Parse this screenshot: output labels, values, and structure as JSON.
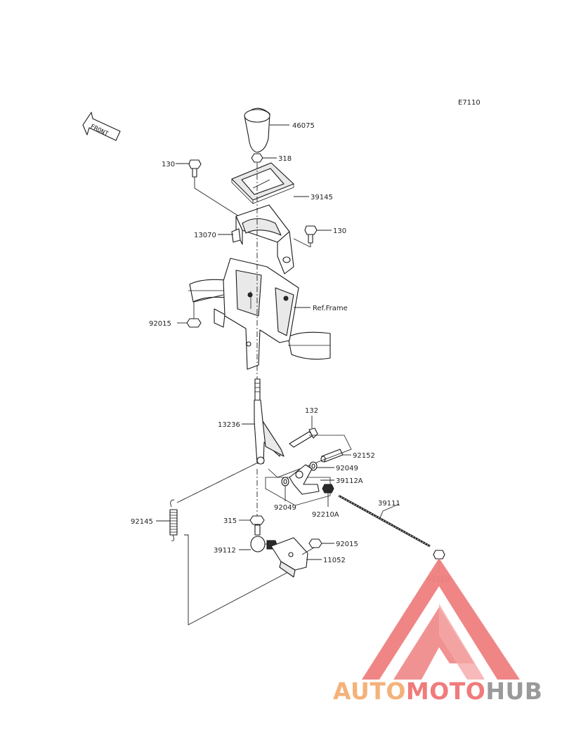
{
  "diagram": {
    "code": "E7110",
    "front_label": "FRONT",
    "parts": {
      "knob": "46075",
      "nut_318": "318",
      "bolt_130_left": "130",
      "plate": "39145",
      "bracket": "13070",
      "bolt_130_right": "130",
      "frame_ref": "Ref.Frame",
      "nut_92015_left": "92015",
      "bolt_132": "132",
      "lever": "13236",
      "collar": "92152",
      "washer_right": "92049",
      "joint_a": "39112A",
      "washer_left": "92049",
      "nut_92210a": "92210A",
      "rod": "39111",
      "spring": "92145",
      "nut_315": "315",
      "nut_92015_right": "92015",
      "joint": "39112",
      "bracket_lower": "11052",
      "nut_92210": "92210"
    }
  },
  "watermark": {
    "part1": "AUTO",
    "part2": "MOTO",
    "part3": "HUB",
    "colors": {
      "orange": "#f4b27a",
      "red": "#f07b7b",
      "gray": "#9a9a9a",
      "triangle": "#f07f7f"
    }
  }
}
